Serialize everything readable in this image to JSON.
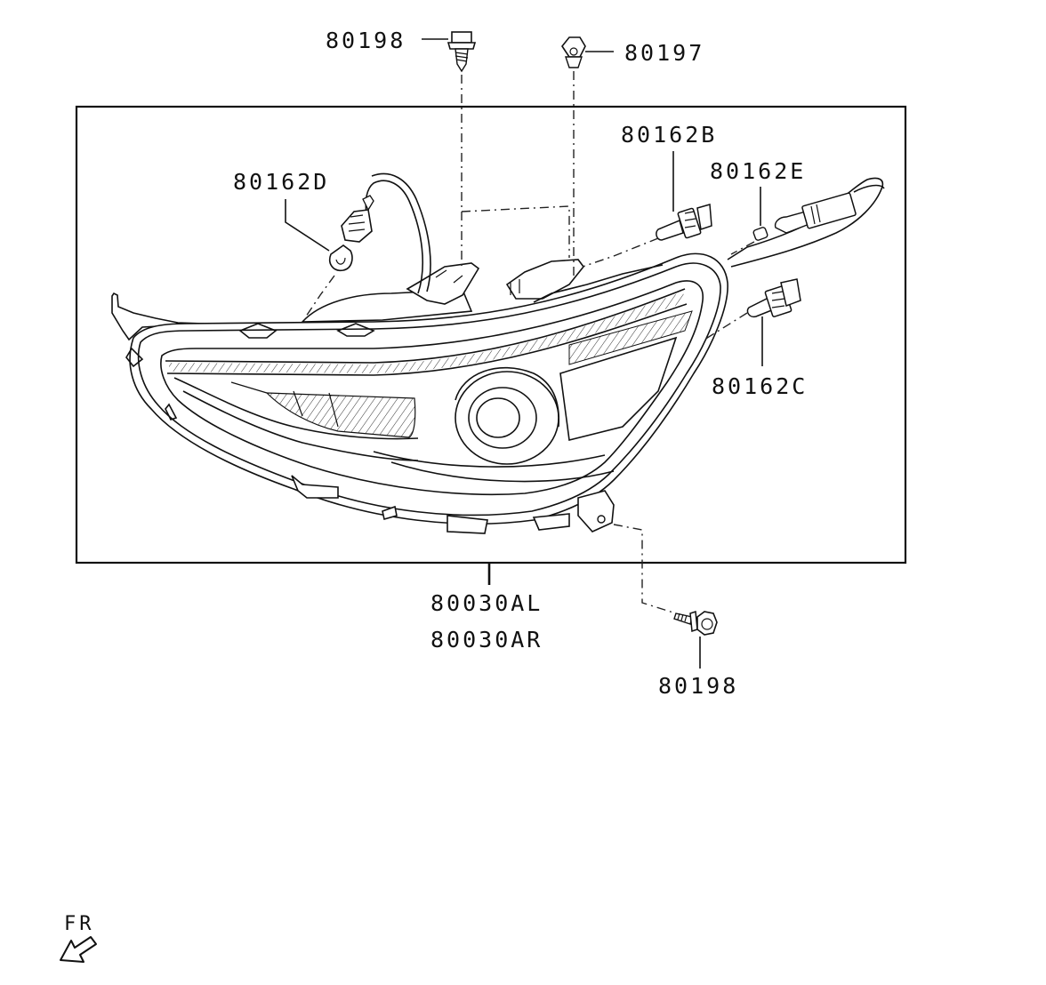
{
  "callouts": {
    "bolt_top": "80198",
    "nut_top": "80197",
    "bulb_b": "80162B",
    "bulb_e": "80162E",
    "bulb_d": "80162D",
    "bulb_c": "80162C",
    "assembly_left": "80030AL",
    "assembly_right": "80030AR",
    "bolt_bottom": "80198"
  },
  "direction_indicator": {
    "label": "FR",
    "icon": "arrow-down-left-icon"
  }
}
